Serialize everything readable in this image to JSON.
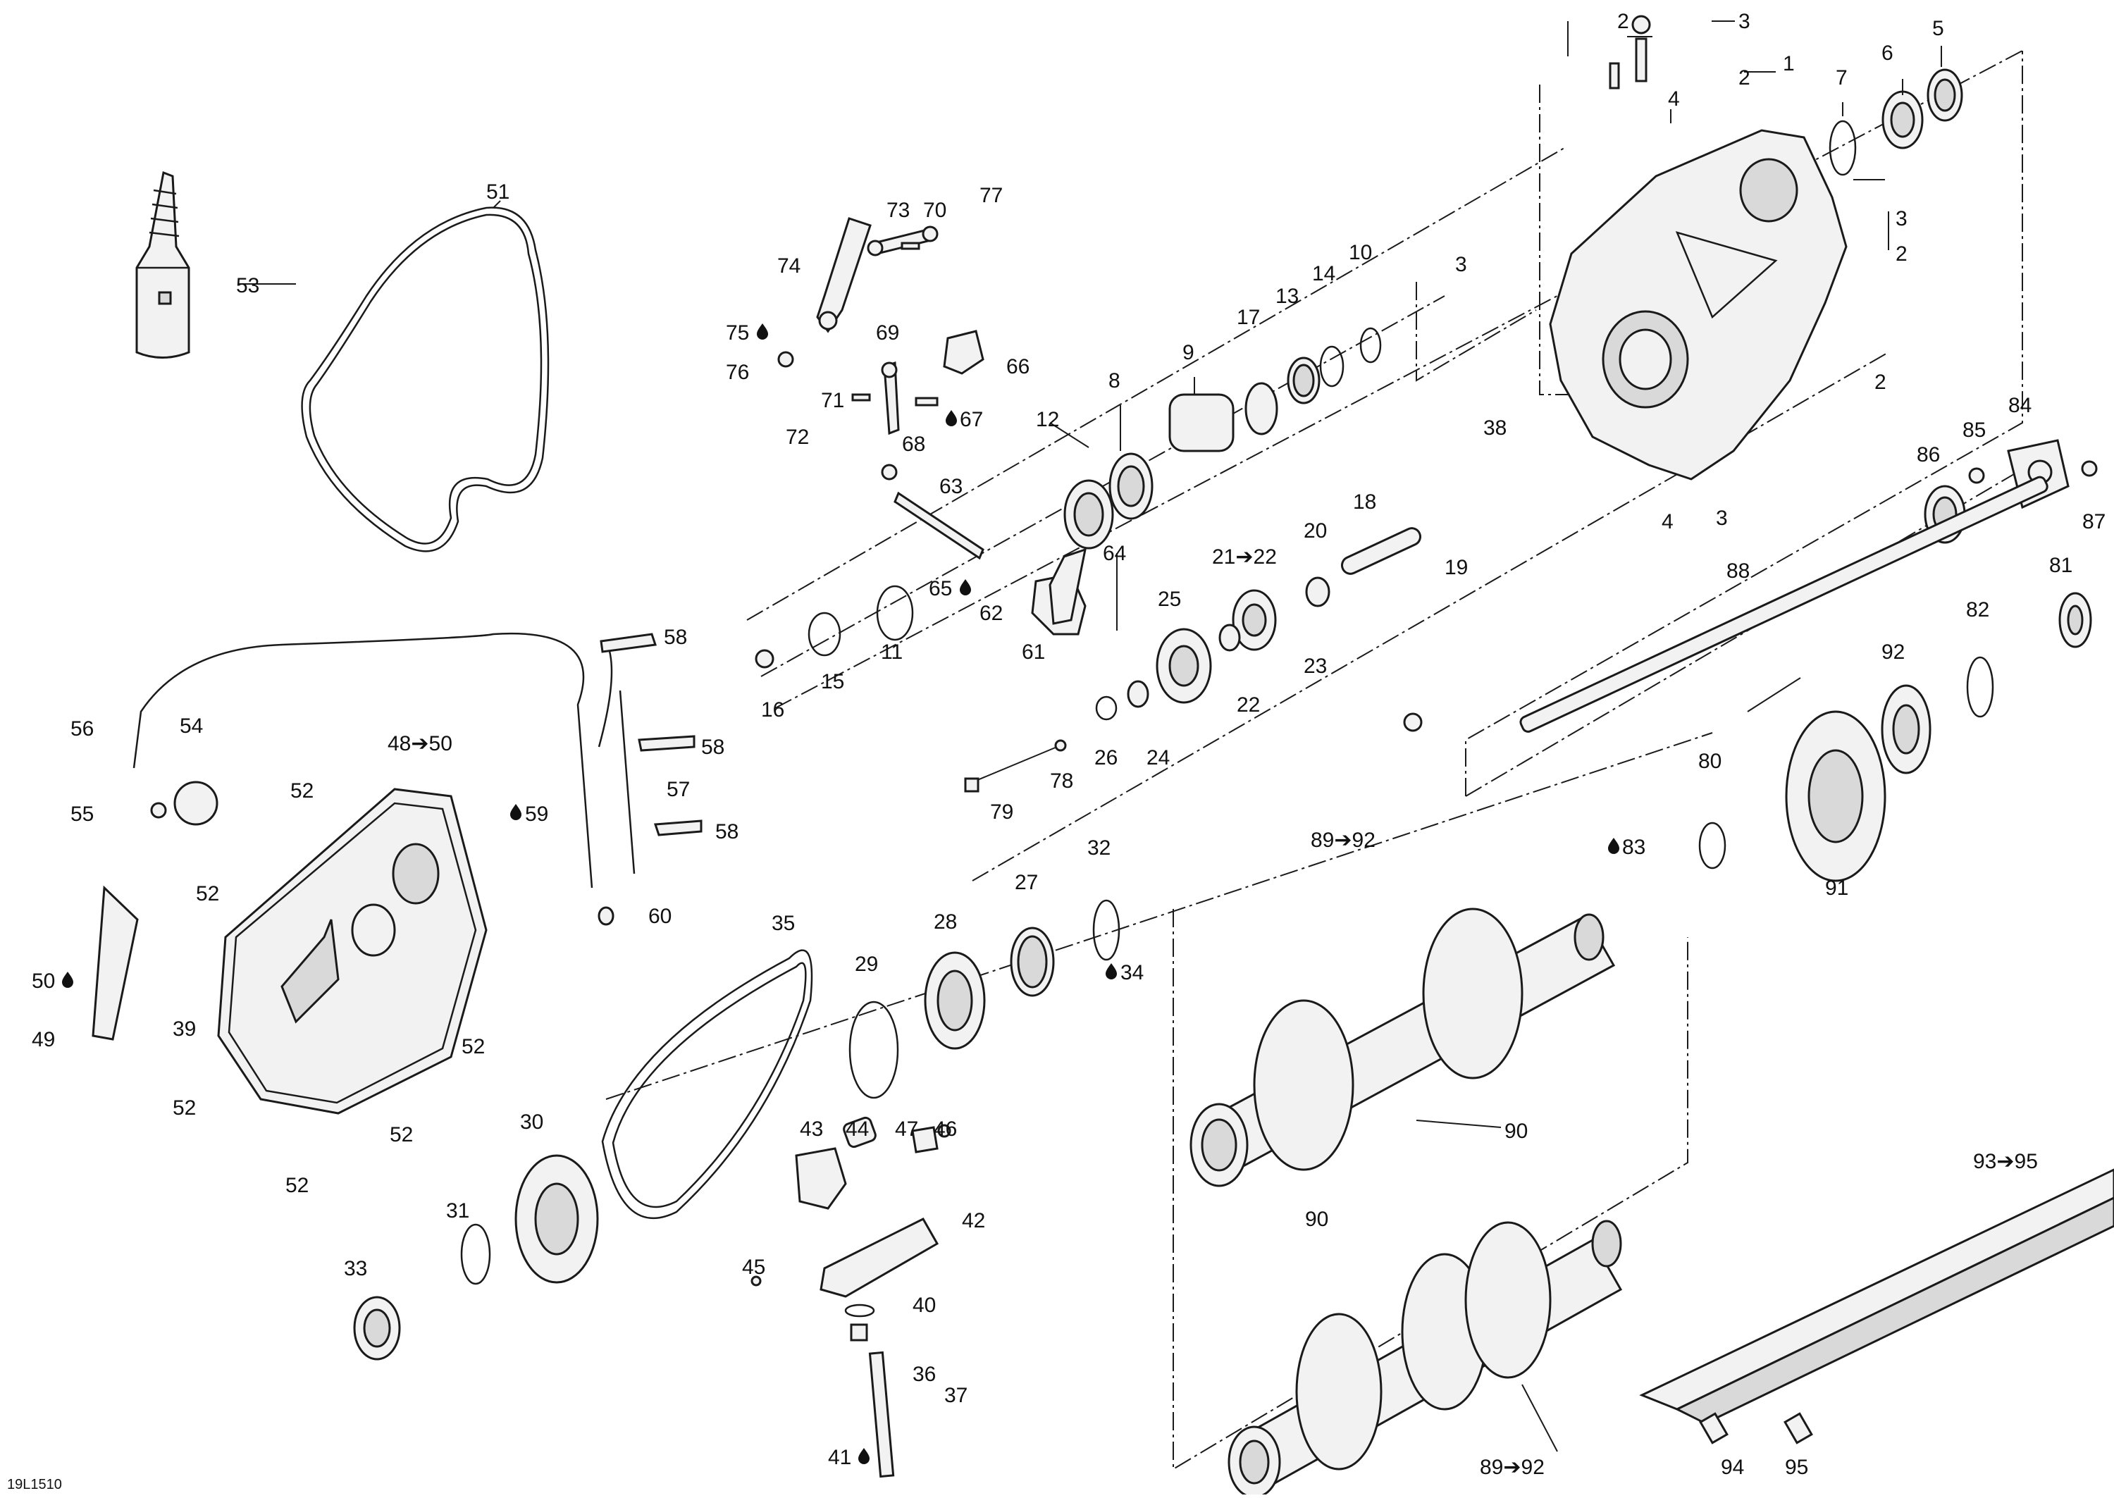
{
  "diagram": {
    "code": "19L1510",
    "labels": {
      "p1": "1",
      "p2a": "2",
      "p2b": "2",
      "p2c": "2",
      "p2d": "2",
      "p3a": "3",
      "p3b": "3",
      "p3c": "3",
      "p3d": "3",
      "p4a": "4",
      "p4b": "4",
      "p5": "5",
      "p6": "6",
      "p7": "7",
      "p8": "8",
      "p9": "9",
      "p10": "10",
      "p11": "11",
      "p12": "12",
      "p13": "13",
      "p14": "14",
      "p15": "15",
      "p16": "16",
      "p17": "17",
      "p18": "18",
      "p19": "19",
      "p20": "20",
      "p21": "21➔22",
      "p22": "22",
      "p23": "23",
      "p24": "24",
      "p25": "25",
      "p26": "26",
      "p27": "27",
      "p28": "28",
      "p29": "29",
      "p30": "30",
      "p31": "31",
      "p32": "32",
      "p33": "33",
      "p34": "34",
      "p35": "35",
      "p36": "36",
      "p37": "37",
      "p38": "38",
      "p39": "39",
      "p40": "40",
      "p41": "41",
      "p42": "42",
      "p43": "43",
      "p44": "44",
      "p45": "45",
      "p46": "46",
      "p47": "47",
      "p48": "48➔50",
      "p49": "49",
      "p50": "50",
      "p51": "51",
      "p52a": "52",
      "p52b": "52",
      "p52c": "52",
      "p52d": "52",
      "p52e": "52",
      "p52f": "52",
      "p53": "53",
      "p54": "54",
      "p55": "55",
      "p56": "56",
      "p57": "57",
      "p58a": "58",
      "p58b": "58",
      "p58c": "58",
      "p59": "59",
      "p60": "60",
      "p61": "61",
      "p62": "62",
      "p63": "63",
      "p64": "64",
      "p65": "65",
      "p66": "66",
      "p67": "67",
      "p68": "68",
      "p69": "69",
      "p70": "70",
      "p71": "71",
      "p72": "72",
      "p73": "73",
      "p74": "74",
      "p75": "75",
      "p76": "76",
      "p77": "77",
      "p78": "78",
      "p79": "79",
      "p80": "80",
      "p81": "81",
      "p82": "82",
      "p83": "83",
      "p84": "84",
      "p85": "85",
      "p86": "86",
      "p87": "87",
      "p88": "88",
      "p89a": "89➔92",
      "p89b": "89➔92",
      "p90a": "90",
      "p90b": "90",
      "p91": "91",
      "p92": "92",
      "p93": "93➔95",
      "p94": "94",
      "p95": "95"
    }
  }
}
